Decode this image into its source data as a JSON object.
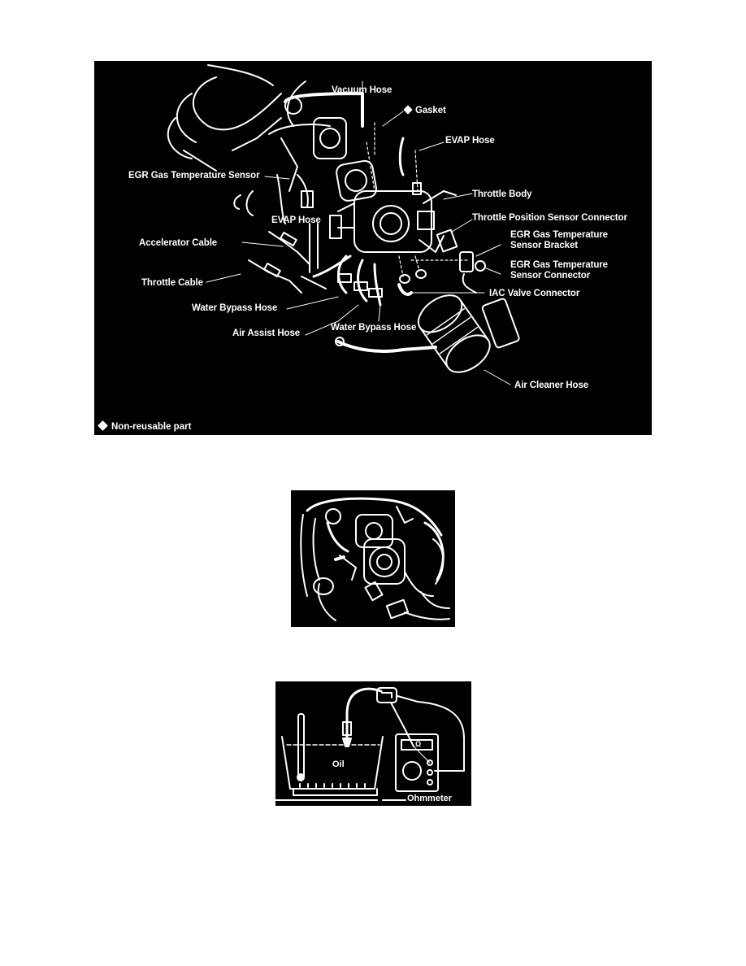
{
  "figure1": {
    "labels": {
      "vacuum_hose": "Vacuum Hose",
      "gasket": "Gasket",
      "evap_hose_top": "EVAP Hose",
      "egr_gas_temp_sensor": "EGR Gas Temperature Sensor",
      "throttle_body": "Throttle Body",
      "tps_connector": "Throttle Position Sensor Connector",
      "evap_hose_mid": "EVAP Hose",
      "accelerator_cable": "Accelerator Cable",
      "egr_bracket": "EGR Gas Temperature Sensor Bracket",
      "egr_connector": "EGR Gas Temperature Sensor Connector",
      "throttle_cable": "Throttle Cable",
      "iac_valve_connector": "IAC Valve Connector",
      "water_bypass_hose_left": "Water Bypass Hose",
      "air_assist_hose": "Air Assist Hose",
      "water_bypass_hose_right": "Water Bypass Hose",
      "air_cleaner_hose": "Air Cleaner Hose"
    },
    "legend": "Non-reusable part"
  },
  "figure3": {
    "oil_label": "Oil",
    "ohmmeter_label": "Ohmmeter",
    "meter_symbol": "Ω"
  },
  "icons": {
    "non_reusable_marker": "diamond-icon"
  },
  "colors": {
    "figure_bg": "#000000",
    "line_art": "#ffffff",
    "page_bg": "#ffffff"
  }
}
